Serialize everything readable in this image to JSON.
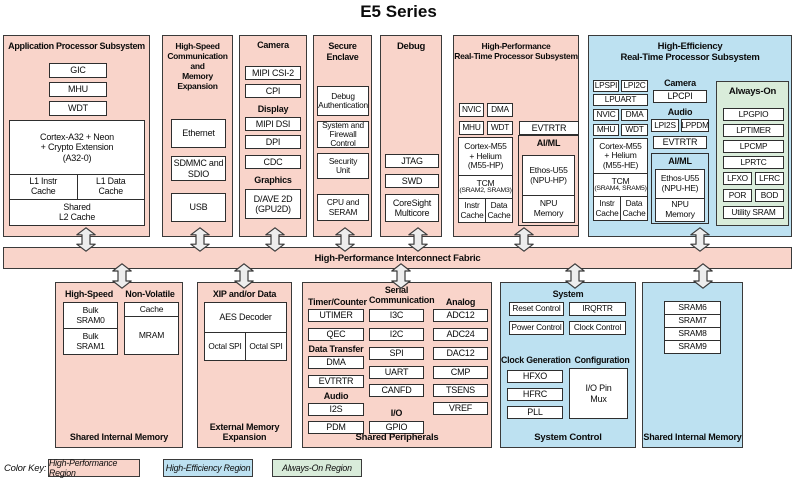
{
  "title": "E5 Series",
  "colors": {
    "high_performance": "#f9d4ca",
    "high_efficiency": "#bde1f1",
    "always_on": "#d9ecda"
  },
  "fabric": {
    "label": "High-Performance Interconnect Fabric"
  },
  "aps": {
    "title": "Application Processor Subsystem",
    "gic": "GIC",
    "mhu": "MHU",
    "wdt": "WDT",
    "cpu": "Cortex-A32 + Neon\n+ Crypto Extension\n(A32-0)",
    "l1_instr": "L1 Instr\nCache",
    "l1_data": "L1 Data\nCache",
    "l2": "Shared\nL2 Cache"
  },
  "hscme": {
    "title": "High-Speed\nCommunication and\nMemory Expansion",
    "ethernet": "Ethernet",
    "sdmmc": "SDMMC and\nSDIO",
    "usb": "USB"
  },
  "cdg": {
    "camera": "Camera",
    "mipi_csi2": "MIPI CSI-2",
    "cpi": "CPI",
    "display": "Display",
    "mipi_dsi": "MIPI DSI",
    "dpi": "DPI",
    "cdc": "CDC",
    "graphics": "Graphics",
    "dave2d": "D/AVE 2D\n(GPU2D)"
  },
  "secure": {
    "title": "Secure\nEnclave",
    "debug_auth": "Debug\nAuthentication",
    "sys_firewall": "System and\nFirewall Control",
    "security_unit": "Security\nUnit",
    "cpu_seram": "CPU and\nSERAM"
  },
  "debug": {
    "title": "Debug",
    "jtag": "JTAG",
    "swd": "SWD",
    "coresight": "CoreSight\nMulticore"
  },
  "hprt": {
    "title": "High-Performance\nReal-Time Processor Subsystem",
    "nvic": "NVIC",
    "dma": "DMA",
    "mhu": "MHU",
    "wdt": "WDT",
    "evtrtr": "EVTRTR",
    "cpu": "Cortex-M55\n+ Helium\n(M55-HP)",
    "tcm": "TCM",
    "tcm_sub": "(SRAM2, SRAM3)",
    "instr_cache": "Instr\nCache",
    "data_cache": "Data\nCache",
    "aiml": "AI/ML",
    "npu": "Ethos-U55\n(NPU-HP)",
    "npu_mem": "NPU\nMemory"
  },
  "hert": {
    "title": "High-Efficiency\nReal-Time Processor Subsystem",
    "lpspi": "LPSPI",
    "lpi2c": "LPI2C",
    "lpuart": "LPUART",
    "nvic": "NVIC",
    "dma": "DMA",
    "mhu": "MHU",
    "wdt": "WDT",
    "cpu": "Cortex-M55\n+ Helium\n(M55-HE)",
    "tcm": "TCM",
    "tcm_sub": "(SRAM4, SRAM5)",
    "instr_cache": "Instr\nCache",
    "data_cache": "Data\nCache",
    "camera": "Camera",
    "lpcpi": "LPCPI",
    "audio": "Audio",
    "lpi2s": "LPI2S",
    "lppdm": "LPPDM",
    "evtrtr": "EVTRTR",
    "aiml": "AI/ML",
    "npu": "Ethos-U55\n(NPU-HE)",
    "npu_mem": "NPU\nMemory"
  },
  "always_on": {
    "title": "Always-On",
    "lpgpio": "LPGPIO",
    "lptimer": "LPTIMER",
    "lpcmp": "LPCMP",
    "lprtc": "LPRTC",
    "lfxo": "LFXO",
    "lfrc": "LFRC",
    "por": "POR",
    "bod": "BOD",
    "utility_sram": "Utility SRAM"
  },
  "sim_left": {
    "hs_header": "High-Speed",
    "nv_header": "Non-Volatile",
    "bulk0": "Bulk\nSRAM0",
    "bulk1": "Bulk\nSRAM1",
    "cache": "Cache",
    "mram": "MRAM",
    "footer": "Shared Internal Memory"
  },
  "eme": {
    "header": "XIP and/or Data",
    "aes": "AES Decoder",
    "octal1": "Octal SPI",
    "octal2": "Octal SPI",
    "footer": "External Memory\nExpansion"
  },
  "periph": {
    "serial_header": "Serial\nCommunication",
    "timer_header": "Timer/Counter",
    "analog_header": "Analog",
    "utimer": "UTIMER",
    "qec": "QEC",
    "dt_header": "Data Transfer",
    "dma": "DMA",
    "evtrtr": "EVTRTR",
    "audio_header": "Audio",
    "i2s": "I2S",
    "pdm": "PDM",
    "i3c": "I3C",
    "i2c": "I2C",
    "spi": "SPI",
    "uart": "UART",
    "canfd": "CANFD",
    "io_header": "I/O",
    "gpio": "GPIO",
    "adc12": "ADC12",
    "adc24": "ADC24",
    "dac12": "DAC12",
    "cmp": "CMP",
    "tsens": "TSENS",
    "vref": "VREF",
    "footer": "Shared Peripherals"
  },
  "sysctl": {
    "system_header": "System",
    "reset": "Reset Control",
    "irqrtr": "IRQRTR",
    "power": "Power Control",
    "clock": "Clock Control",
    "clockgen_header": "Clock Generation",
    "hfxo": "HFXO",
    "hfrc": "HFRC",
    "pll": "PLL",
    "config_header": "Configuration",
    "pinmux": "I/O Pin\nMux",
    "footer": "System Control"
  },
  "sim_right": {
    "sram6": "SRAM6",
    "sram7": "SRAM7",
    "sram8": "SRAM8",
    "sram9": "SRAM9",
    "footer": "Shared Internal Memory"
  },
  "color_key": {
    "label": "Color Key:",
    "hp": "High-Performance Region",
    "he": "High-Efficiency Region",
    "ao": "Always-On Region"
  }
}
